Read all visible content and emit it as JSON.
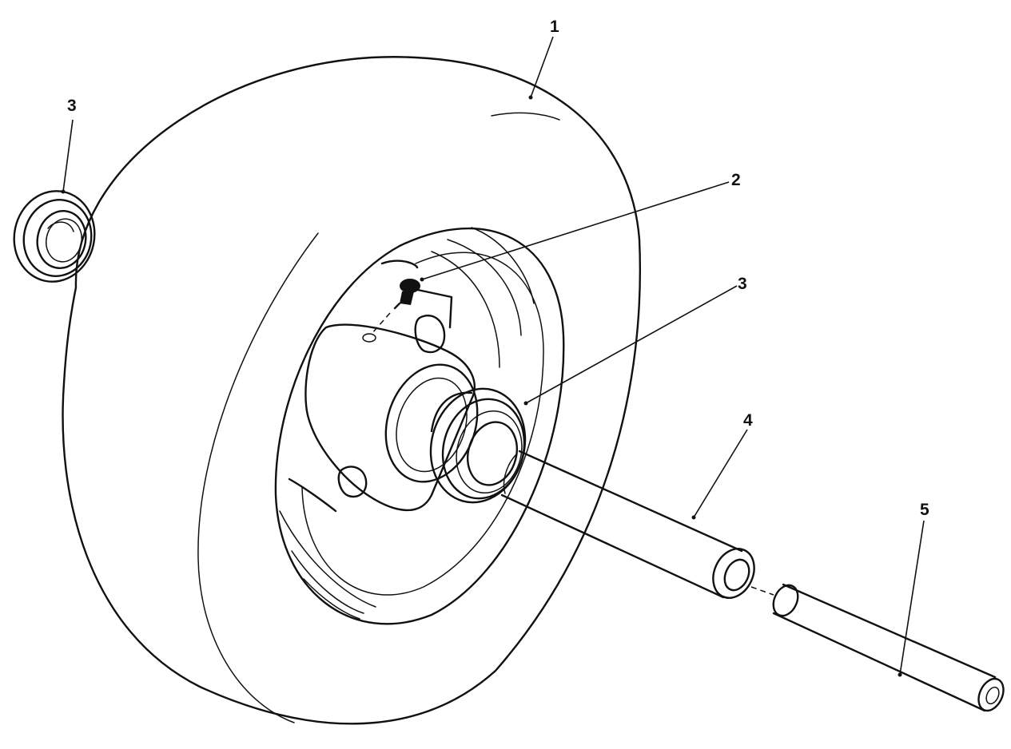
{
  "callouts": [
    {
      "id": "tire",
      "label": "1"
    },
    {
      "id": "grease-fitting",
      "label": "2"
    },
    {
      "id": "bearing-inner",
      "label": "3"
    },
    {
      "id": "bearing-outer",
      "label": "3"
    },
    {
      "id": "axle-spacer",
      "label": "4"
    },
    {
      "id": "bearing-spacer",
      "label": "5"
    }
  ],
  "colors": {
    "line": "#111111",
    "background": "#ffffff"
  }
}
